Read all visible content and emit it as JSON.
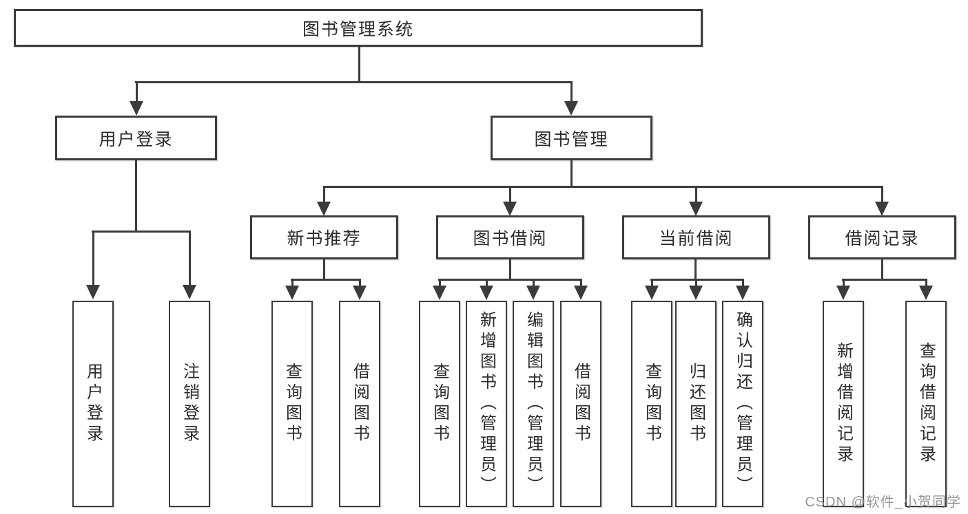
{
  "diagram_type": "hierarchy-tree",
  "colors": {
    "line": "#3b3b3b",
    "box_border": "#3b3b3b",
    "text": "#2b2b2b",
    "background": "#ffffff",
    "watermark": "#848484"
  },
  "tree": {
    "root": {
      "label": "图书管理系统"
    },
    "branches": [
      {
        "label": "用户登录",
        "children": [
          "用户登录",
          "注销登录"
        ]
      },
      {
        "label": "图书管理",
        "children": [
          {
            "label": "新书推荐",
            "children": [
              "查询图书",
              "借阅图书"
            ]
          },
          {
            "label": "图书借阅",
            "children": [
              "查询图书",
              "新增图书（管理员）",
              "编辑图书（管理员）",
              "借阅图书"
            ]
          },
          {
            "label": "当前借阅",
            "children": [
              "查询图书",
              "归还图书",
              "确认归还（管理员）"
            ]
          },
          {
            "label": "借阅记录",
            "children": [
              "新增借阅记录",
              "查询借阅记录"
            ]
          }
        ]
      }
    ]
  },
  "watermark": {
    "text": "CSDN @软件_小贺同学"
  }
}
